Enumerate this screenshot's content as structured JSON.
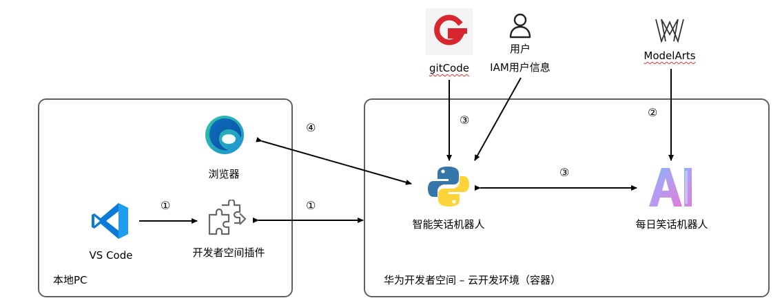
{
  "panels": {
    "local": {
      "label": "本地PC"
    },
    "cloud": {
      "label": "华为开发者空间 – 云开发环境（容器）"
    }
  },
  "nodes": {
    "browser": "浏览器",
    "vscode": "VS Code",
    "plugin": "开发者空间插件",
    "bot": "智能笑话机器人",
    "daily_bot": "每日笑话机器人",
    "gitcode": "gitCode",
    "user_line1": "用户",
    "user_line2": "IAM用户信息",
    "modelarts": "ModelArts"
  },
  "step_markers": {
    "browser_link": "④",
    "vscode_plugin": "①",
    "plugin_bot": "①",
    "gitcode_bot": "③",
    "bot_daily": "③",
    "modelarts_daily": "②"
  },
  "colors": {
    "panel_border": "#5f5f5f",
    "gitcode_red": "#d7262d",
    "vscode_blue": "#0a7bd6",
    "python_blue": "#3776ab",
    "python_yellow": "#ffd43b"
  }
}
